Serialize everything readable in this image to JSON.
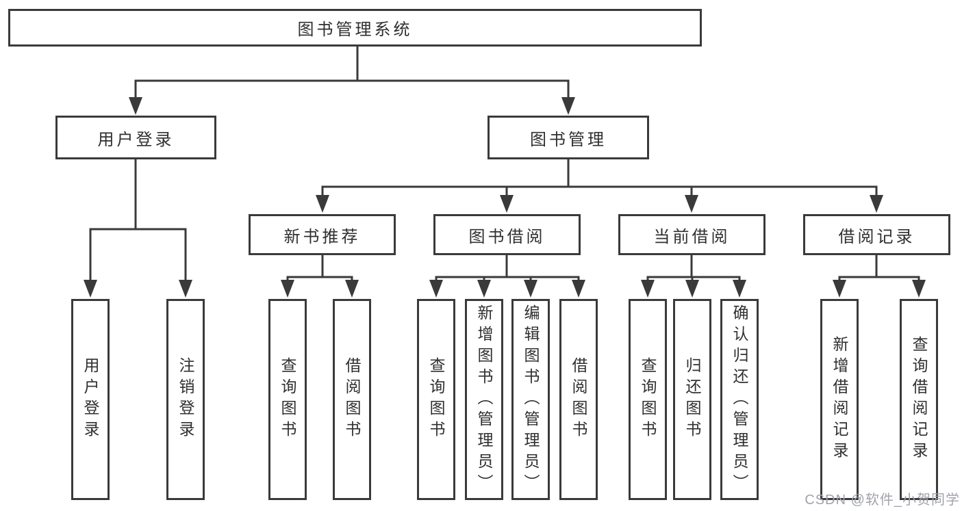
{
  "diagram_title": "图书管理系统",
  "tree": {
    "label": "图书管理系统",
    "children": [
      {
        "label": "用户登录",
        "children": [
          {
            "label": "用户登录"
          },
          {
            "label": "注销登录"
          }
        ]
      },
      {
        "label": "图书管理",
        "children": [
          {
            "label": "新书推荐",
            "children": [
              {
                "label": "查询图书"
              },
              {
                "label": "借阅图书"
              }
            ]
          },
          {
            "label": "图书借阅",
            "children": [
              {
                "label": "查询图书"
              },
              {
                "label": "新增图书（管理员）"
              },
              {
                "label": "编辑图书（管理员）"
              },
              {
                "label": "借阅图书"
              }
            ]
          },
          {
            "label": "当前借阅",
            "children": [
              {
                "label": "查询图书"
              },
              {
                "label": "归还图书"
              },
              {
                "label": "确认归还（管理员）"
              }
            ]
          },
          {
            "label": "借阅记录",
            "children": [
              {
                "label": "新增借阅记录"
              },
              {
                "label": "查询借阅记录"
              }
            ]
          }
        ]
      }
    ]
  },
  "watermark": {
    "text": "CSDN @软件_小贺同学"
  },
  "colors": {
    "line": "#3a3a3a",
    "text": "#2f2f2f",
    "background": "#ffffff",
    "watermark": "#a0a3ac"
  }
}
